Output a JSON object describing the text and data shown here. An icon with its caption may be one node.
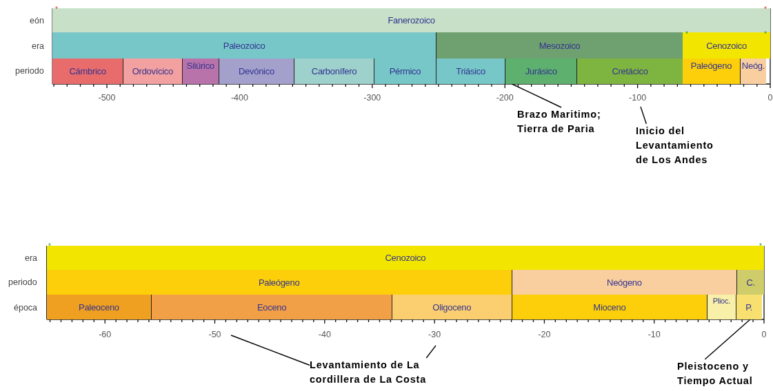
{
  "diagram": {
    "nodes": [
      {
        "text": [
          "Fanerozoico"
        ]
      },
      {
        "text": [
          "Paleozoico"
        ]
      },
      {
        "text": [
          "Mesozoico"
        ]
      },
      {
        "text": [
          "Cenozoico"
        ]
      },
      {
        "text": [
          "Cámbrico"
        ]
      },
      {
        "text": [
          "Ordovícico"
        ]
      },
      {
        "text": [
          "Silúrico"
        ]
      },
      {
        "text": [
          "Devónico"
        ]
      },
      {
        "text": [
          "Carbonífero"
        ]
      },
      {
        "text": [
          "Pérmico"
        ]
      },
      {
        "text": [
          "Triásico"
        ]
      },
      {
        "text": [
          "Jurásico"
        ]
      },
      {
        "text": [
          "Cretácico"
        ]
      },
      {
        "text": [
          "Paleógeno"
        ]
      },
      {
        "text": [
          "Neóg."
        ]
      },
      {
        "text": [
          "Brazo Maritimo; Tierra de Paria"
        ]
      },
      {
        "text": [
          "Inicio del Levantamiento de Los Andes"
        ]
      },
      {
        "text": [
          "Cenozoico"
        ]
      },
      {
        "text": [
          "Paleógeno"
        ]
      },
      {
        "text": [
          "Neógeno"
        ]
      },
      {
        "text": [
          "C."
        ]
      },
      {
        "text": [
          "Paleoceno"
        ]
      },
      {
        "text": [
          "Eoceno"
        ]
      },
      {
        "text": [
          "Oligoceno"
        ]
      },
      {
        "text": [
          "Mioceno"
        ]
      },
      {
        "text": [
          "Plioc."
        ]
      },
      {
        "text": [
          "P."
        ]
      },
      {
        "text": [
          "Levantamiento de La cordillera de La Costa"
        ]
      },
      {
        "text": [
          "Pleistoceno y Tiempo Actual"
        ]
      }
    ],
    "edges": [
      {
        "from": 15,
        "to": 11,
        "arrow": "none"
      },
      {
        "from": 16,
        "to": null,
        "arrow": "none"
      },
      {
        "from": 27,
        "to": null,
        "arrow": "none"
      },
      {
        "from": 27,
        "to": null,
        "arrow": "none"
      },
      {
        "from": 28,
        "to": 26,
        "arrow": "none"
      }
    ],
    "labels": [
      "*",
      "*",
      "eón",
      "*",
      "*",
      "era",
      "periodo",
      "-500",
      "-400",
      "-300",
      "-200",
      "-100",
      "0",
      "*",
      "*",
      "era",
      "periodo",
      "época",
      "-60",
      "-50",
      "-40",
      "-30",
      "-20",
      "-10",
      "0"
    ]
  }
}
